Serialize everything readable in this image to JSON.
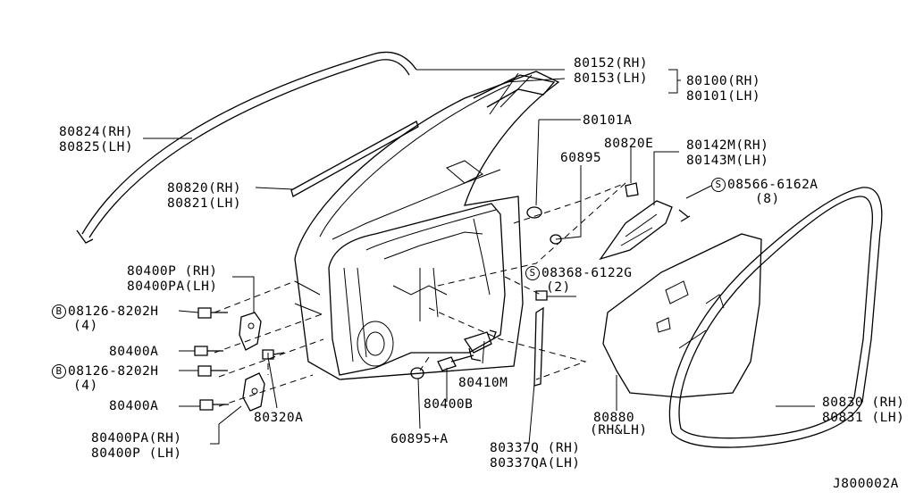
{
  "diagram_id": "J800002A",
  "parts": {
    "pn_80152": "80152(RH)",
    "pn_80153": "80153(LH)",
    "pn_80100": "80100(RH)",
    "pn_80101": "80101(LH)",
    "pn_80101A": "80101A",
    "pn_80824": "80824(RH)",
    "pn_80825": "80825(LH)",
    "pn_80820E": "80820E",
    "pn_80142M": "80142M(RH)",
    "pn_80143M": "80143M(LH)",
    "pn_60895": "60895",
    "bolt_08566_mark": "S",
    "bolt_08566": "08566-6162A",
    "bolt_08566_qty": "(8)",
    "pn_80820": "80820(RH)",
    "pn_80821": "80821(LH)",
    "pn_80400P": "80400P (RH)",
    "pn_80400PA": "80400PA(LH)",
    "bolt_08368_mark": "S",
    "bolt_08368": "08368-6122G",
    "bolt_08368_qty": "(2)",
    "bolt_08126a_mark": "B",
    "bolt_08126a": "08126-8202H",
    "bolt_08126a_qty": "(4)",
    "pn_80400A_1": "80400A",
    "bolt_08126b_mark": "B",
    "bolt_08126b": "08126-8202H",
    "bolt_08126b_qty": "(4)",
    "pn_80410M": "80410M",
    "pn_80400A_2": "80400A",
    "pn_80400B": "80400B",
    "pn_80320A": "80320A",
    "pn_80830": "80830 (RH)",
    "pn_80831": "80831 (LH)",
    "pn_80880": "80880",
    "pn_80880_side": "(RH&LH)",
    "pn_80400PA_2": "80400PA(RH)",
    "pn_80400P_2": "80400P (LH)",
    "pn_60895A": "60895+A",
    "pn_80337Q": "80337Q (RH)",
    "pn_80337QA": "80337QA(LH)"
  }
}
